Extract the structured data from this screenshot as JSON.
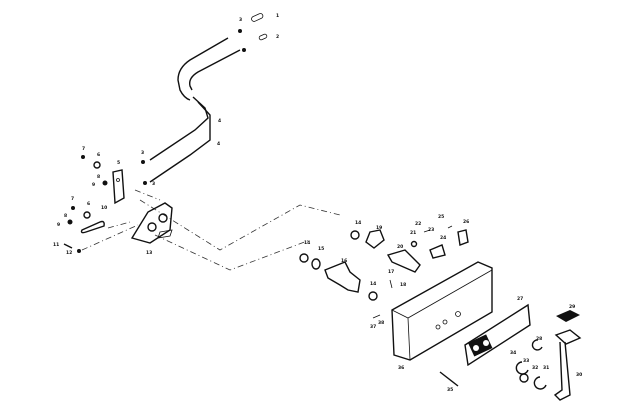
{
  "diagram": {
    "type": "exploded-parts-view",
    "callouts": [
      "1",
      "2",
      "3",
      "4",
      "4",
      "3",
      "3",
      "5",
      "6",
      "7",
      "8",
      "9",
      "10",
      "6",
      "7",
      "8",
      "9",
      "11",
      "12",
      "13",
      "14",
      "19",
      "14",
      "15",
      "16",
      "20",
      "21",
      "22",
      "23",
      "24",
      "25",
      "26",
      "17",
      "18",
      "14",
      "37",
      "38",
      "36",
      "27",
      "29",
      "28",
      "34",
      "33",
      "32",
      "31",
      "30",
      "35"
    ]
  }
}
